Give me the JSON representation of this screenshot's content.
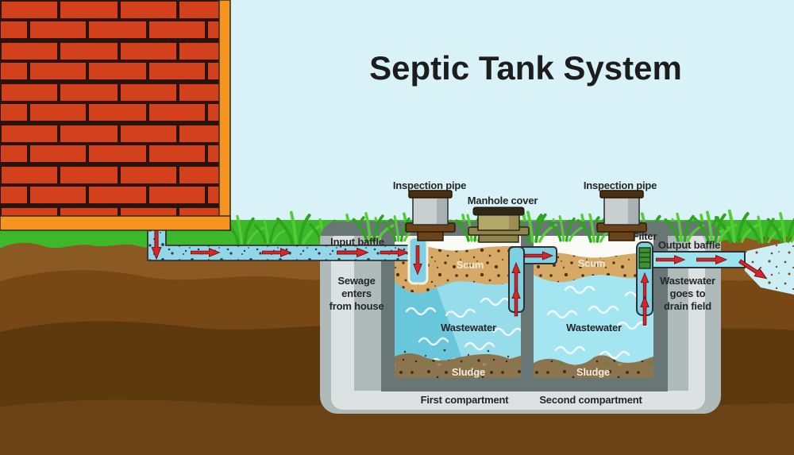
{
  "title": "Septic Tank System",
  "labels": {
    "inspection_pipe_left": "Inspection pipe",
    "manhole_cover": "Manhole cover",
    "inspection_pipe_right": "Inspection pipe",
    "input_baffle": "Input baffle",
    "filter": "Filter",
    "output_baffle": "Output baffle",
    "sewage_note": [
      "Sewage",
      "enters",
      "from house"
    ],
    "drain_note": [
      "Wastewater",
      "goes to",
      "drain field"
    ],
    "first_compartment": "First compartment",
    "second_compartment": "Second compartment",
    "compartment1": {
      "scum": "Scum",
      "wastewater": "Wastewater",
      "sludge": "Sludge"
    },
    "compartment2": {
      "scum": "Scum",
      "wastewater": "Wastewater",
      "sludge": "Sludge"
    }
  },
  "palette": {
    "sky": "#D9F2F7",
    "grass": "#3CB82B",
    "soil_top": "#8A5A22",
    "soil_mid": "#774715",
    "soil_dark": "#5D390F",
    "soil_deep": "#6B4213",
    "brick": "#D2411C",
    "mortar": "#2A130A",
    "house_trim": "#F7941D",
    "tank_shell": "#AFBABA",
    "tank_inset": "#DCE2E2",
    "tank_frame": "#687676",
    "water_first": "#68C7DB",
    "water_first_light": "#9ADDEB",
    "water_second": "#A3E5F0",
    "scum": "#D7A966",
    "sludge": "#8C744E",
    "pipe_water": "#92D6E8",
    "pipe_clean": "#9BE3EE",
    "filter_media": "#3F8F35",
    "arrow_red": "#D6262B"
  }
}
